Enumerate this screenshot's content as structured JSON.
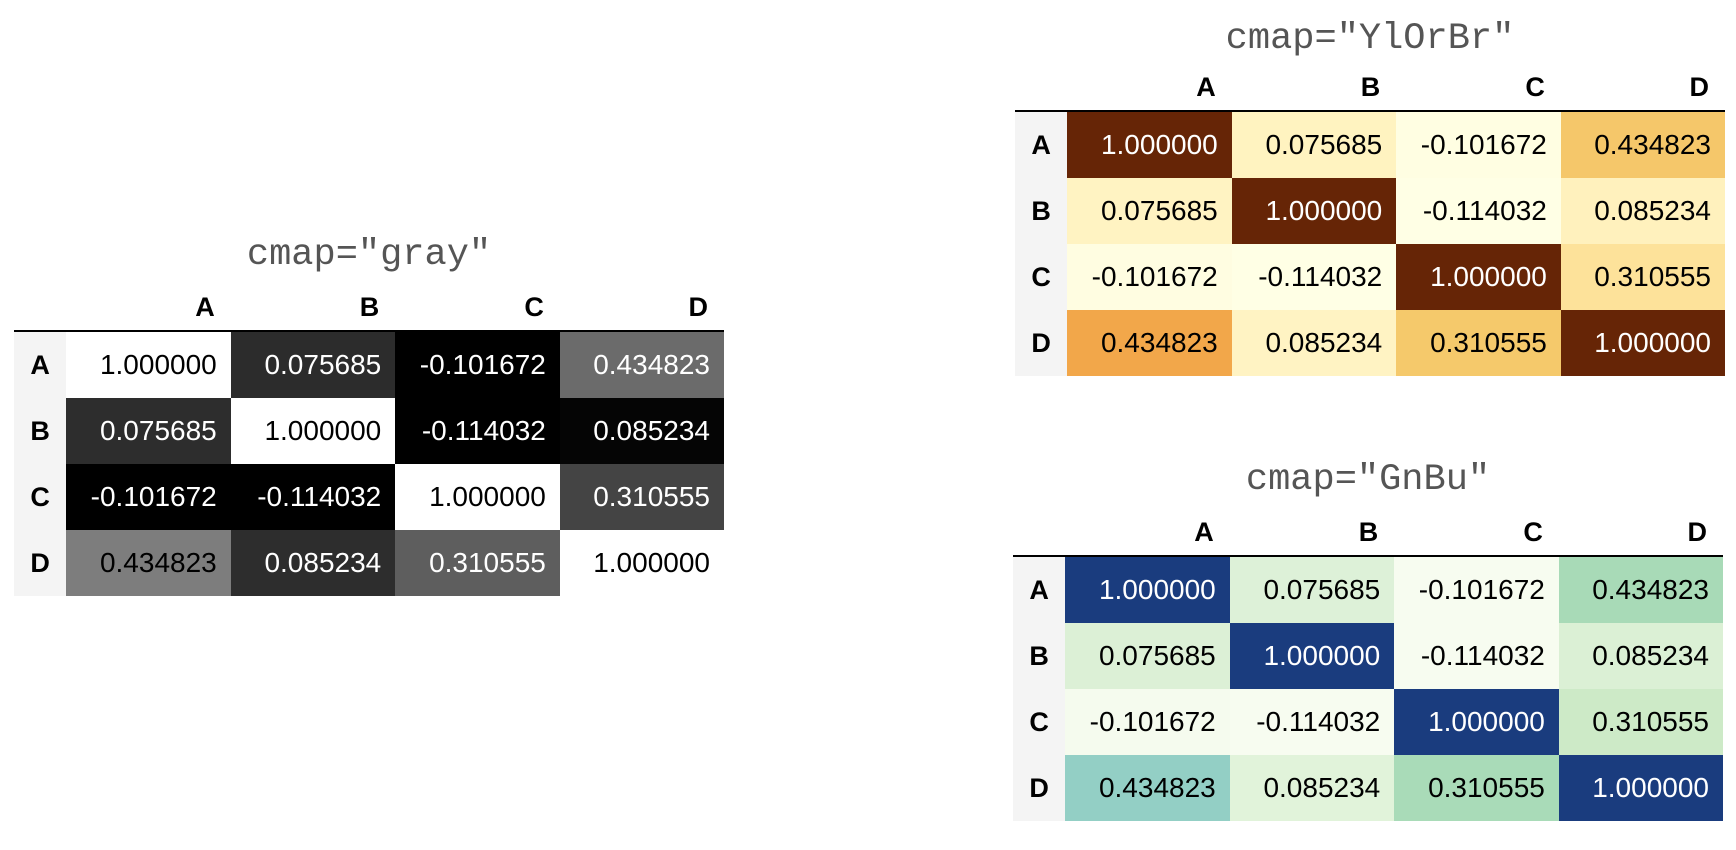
{
  "chart_data": [
    {
      "type": "heatmap",
      "title": "cmap=\"gray\"",
      "columns": [
        "A",
        "B",
        "C",
        "D"
      ],
      "rows": [
        "A",
        "B",
        "C",
        "D"
      ],
      "labels": [
        [
          "1.000000",
          "0.075685",
          "-0.101672",
          "0.434823"
        ],
        [
          "0.075685",
          "1.000000",
          "-0.114032",
          "0.085234"
        ],
        [
          "-0.101672",
          "-0.114032",
          "1.000000",
          "0.310555"
        ],
        [
          "0.434823",
          "0.085234",
          "0.310555",
          "1.000000"
        ]
      ],
      "values": [
        [
          1.0,
          0.075685,
          -0.101672,
          0.434823
        ],
        [
          0.075685,
          1.0,
          -0.114032,
          0.085234
        ],
        [
          -0.101672,
          -0.114032,
          1.0,
          0.310555
        ],
        [
          0.434823,
          0.085234,
          0.310555,
          1.0
        ]
      ],
      "cmap": "gray",
      "colors": [
        [
          "#ffffff",
          "#2c2c2c",
          "#000000",
          "#6b6b6b"
        ],
        [
          "#2d2d2d",
          "#ffffff",
          "#000000",
          "#050505"
        ],
        [
          "#000000",
          "#000000",
          "#ffffff",
          "#444444"
        ],
        [
          "#7d7d7d",
          "#2d2d2d",
          "#5e5e5e",
          "#ffffff"
        ]
      ],
      "text_colors": [
        [
          "#000000",
          "#ffffff",
          "#ffffff",
          "#ffffff"
        ],
        [
          "#ffffff",
          "#000000",
          "#ffffff",
          "#ffffff"
        ],
        [
          "#ffffff",
          "#ffffff",
          "#000000",
          "#ffffff"
        ],
        [
          "#000000",
          "#ffffff",
          "#ffffff",
          "#000000"
        ]
      ]
    },
    {
      "type": "heatmap",
      "title": "cmap=\"YlOrBr\"",
      "columns": [
        "A",
        "B",
        "C",
        "D"
      ],
      "rows": [
        "A",
        "B",
        "C",
        "D"
      ],
      "labels": [
        [
          "1.000000",
          "0.075685",
          "-0.101672",
          "0.434823"
        ],
        [
          "0.075685",
          "1.000000",
          "-0.114032",
          "0.085234"
        ],
        [
          "-0.101672",
          "-0.114032",
          "1.000000",
          "0.310555"
        ],
        [
          "0.434823",
          "0.085234",
          "0.310555",
          "1.000000"
        ]
      ],
      "values": [
        [
          1.0,
          0.075685,
          -0.101672,
          0.434823
        ],
        [
          0.075685,
          1.0,
          -0.114032,
          0.085234
        ],
        [
          -0.101672,
          -0.114032,
          1.0,
          0.310555
        ],
        [
          0.434823,
          0.085234,
          0.310555,
          1.0
        ]
      ],
      "cmap": "YlOrBr",
      "colors": [
        [
          "#662506",
          "#fff3c0",
          "#fffee2",
          "#f5c76a"
        ],
        [
          "#fff3c2",
          "#662506",
          "#ffffe5",
          "#fff1bd"
        ],
        [
          "#fffde1",
          "#ffffe5",
          "#662506",
          "#fde29a"
        ],
        [
          "#f2a74a",
          "#fff3c3",
          "#f5c96b",
          "#662506"
        ]
      ],
      "text_colors": [
        [
          "#ffffff",
          "#000000",
          "#000000",
          "#000000"
        ],
        [
          "#000000",
          "#ffffff",
          "#000000",
          "#000000"
        ],
        [
          "#000000",
          "#000000",
          "#ffffff",
          "#000000"
        ],
        [
          "#000000",
          "#000000",
          "#000000",
          "#ffffff"
        ]
      ]
    },
    {
      "type": "heatmap",
      "title": "cmap=\"GnBu\"",
      "columns": [
        "A",
        "B",
        "C",
        "D"
      ],
      "rows": [
        "A",
        "B",
        "C",
        "D"
      ],
      "labels": [
        [
          "1.000000",
          "0.075685",
          "-0.101672",
          "0.434823"
        ],
        [
          "0.075685",
          "1.000000",
          "-0.114032",
          "0.085234"
        ],
        [
          "-0.101672",
          "-0.114032",
          "1.000000",
          "0.310555"
        ],
        [
          "0.434823",
          "0.085234",
          "0.310555",
          "1.000000"
        ]
      ],
      "values": [
        [
          1.0,
          0.075685,
          -0.101672,
          0.434823
        ],
        [
          0.075685,
          1.0,
          -0.114032,
          0.085234
        ],
        [
          -0.101672,
          -0.114032,
          1.0,
          0.310555
        ],
        [
          0.434823,
          0.085234,
          0.310555,
          1.0
        ]
      ],
      "cmap": "GnBu",
      "colors": [
        [
          "#1a3c7e",
          "#ddf1d8",
          "#f7fcf0",
          "#a8dab7"
        ],
        [
          "#dcf0d6",
          "#1a3c7e",
          "#f7fcf0",
          "#dbf0d5"
        ],
        [
          "#f5fbee",
          "#f7fcf0",
          "#1a3c7e",
          "#cdeac7"
        ],
        [
          "#93cfc5",
          "#e1f3da",
          "#a9dbb8",
          "#1a3c7e"
        ]
      ],
      "text_colors": [
        [
          "#ffffff",
          "#000000",
          "#000000",
          "#000000"
        ],
        [
          "#000000",
          "#ffffff",
          "#000000",
          "#000000"
        ],
        [
          "#000000",
          "#000000",
          "#ffffff",
          "#000000"
        ],
        [
          "#000000",
          "#000000",
          "#000000",
          "#ffffff"
        ]
      ]
    }
  ]
}
